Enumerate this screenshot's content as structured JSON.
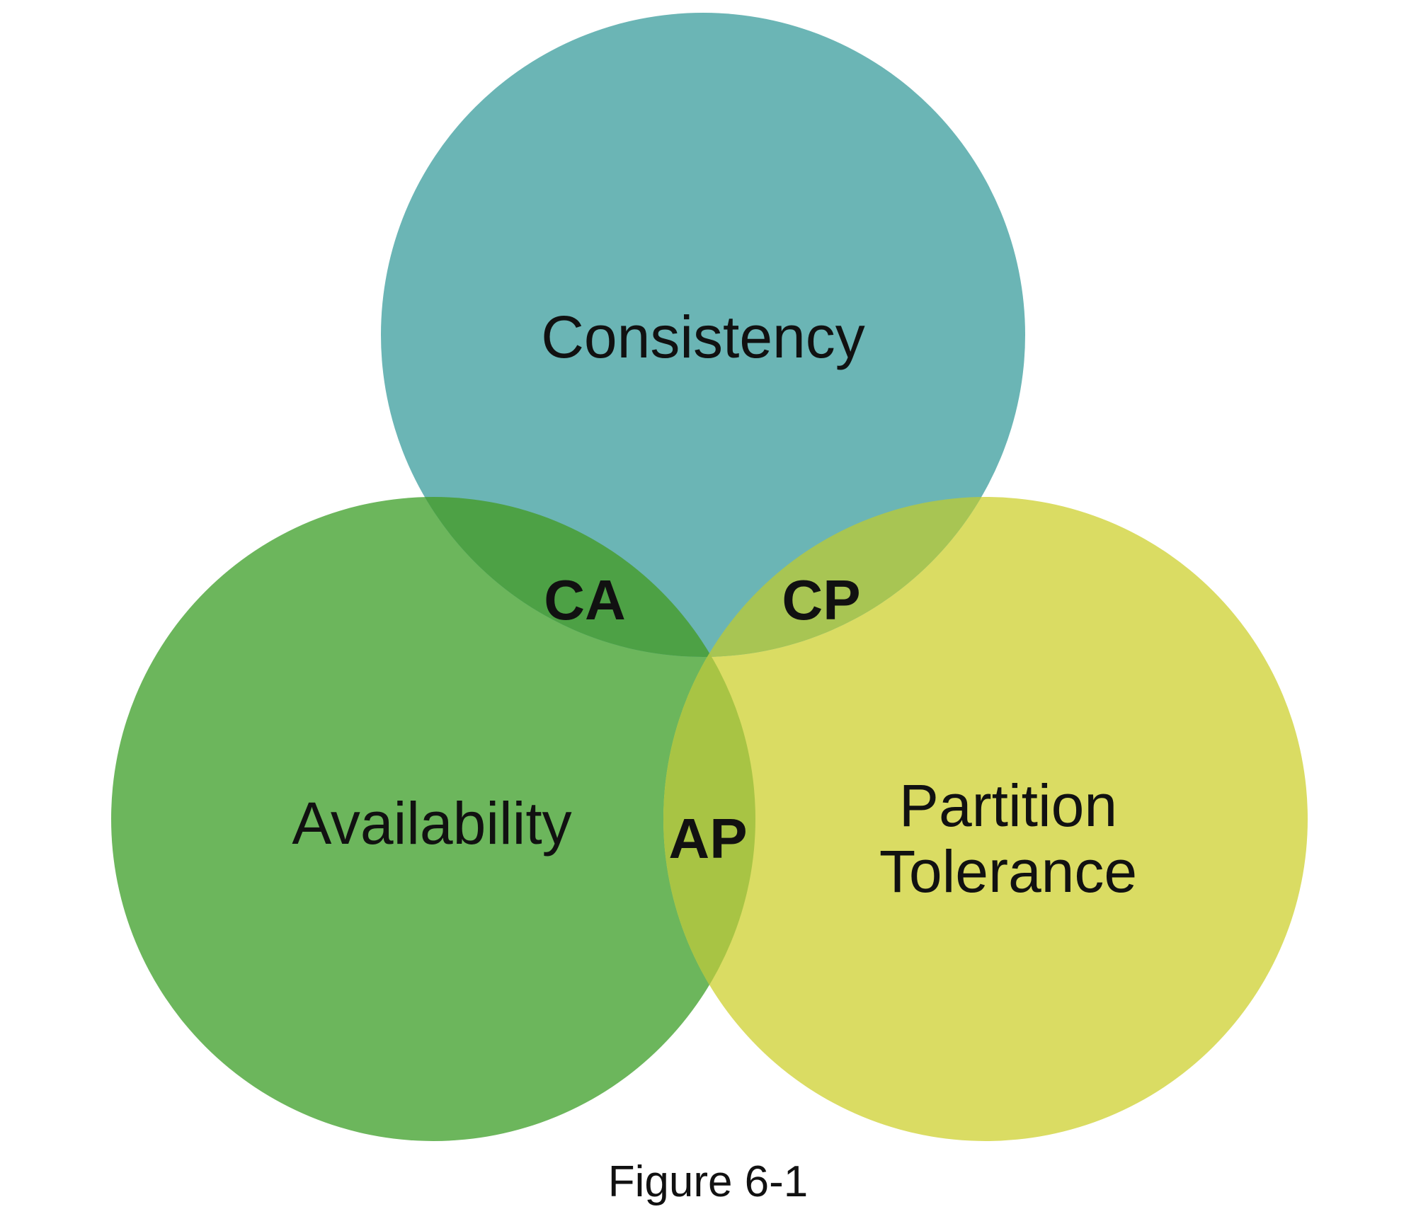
{
  "diagram": {
    "sets": {
      "consistency": {
        "label": "Consistency",
        "color": "#6bb5b5"
      },
      "availability": {
        "label": "Availability",
        "color": "#6cb65c"
      },
      "partition": {
        "label_line1": "Partition",
        "label_line2": "Tolerance",
        "color": "#dadc63"
      }
    },
    "intersections": {
      "ca": {
        "label": "CA",
        "color": "#4da145"
      },
      "cp": {
        "label": "CP",
        "color": "#a8c553"
      },
      "ap": {
        "label": "AP",
        "color": "#a8c444"
      }
    },
    "caption": "Figure 6-1"
  }
}
